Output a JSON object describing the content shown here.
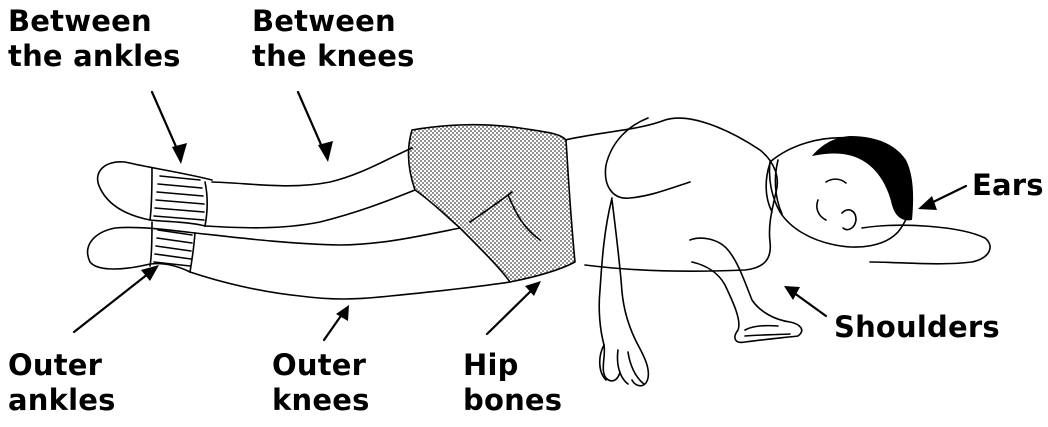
{
  "labels": {
    "between_ankles": [
      "Between",
      "the ankles"
    ],
    "between_knees": [
      "Between",
      "the knees"
    ],
    "ears": [
      "Ears"
    ],
    "shoulders": [
      "Shoulders"
    ],
    "outer_ankles": [
      "Outer",
      "ankles"
    ],
    "outer_knees": [
      "Outer",
      "knees"
    ],
    "hip_bones": [
      "Hip",
      "bones"
    ]
  },
  "colors": {
    "ink": "#000000",
    "shorts_fill": "#9a9a9a",
    "hair": "#000000",
    "background": "#ffffff"
  }
}
